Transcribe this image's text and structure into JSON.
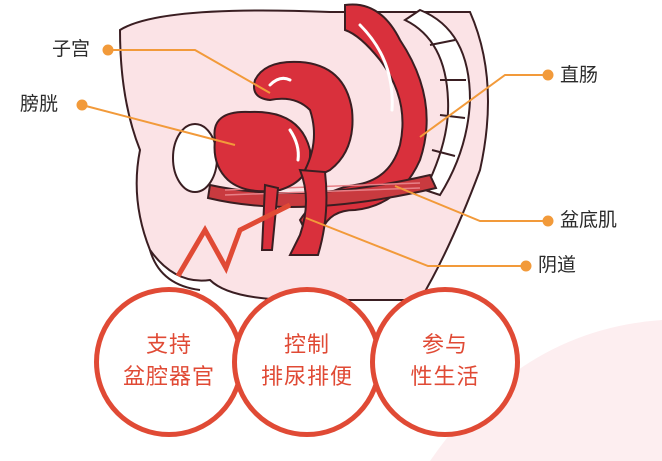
{
  "labels": {
    "uterus": "子宫",
    "bladder": "膀胱",
    "rectum": "直肠",
    "pelvic_floor": "盆底肌",
    "vagina": "阴道"
  },
  "functions": [
    {
      "line1": "支持",
      "line2": "盆腔器官"
    },
    {
      "line1": "控制",
      "line2": "排尿排便"
    },
    {
      "line1": "参与",
      "line2": "性生活"
    }
  ],
  "colors": {
    "accent": "#e04a35",
    "leader": "#f29a3a",
    "skin": "#fbe3e6",
    "organ": "#d9303c",
    "organ_dark": "#a8202c",
    "muscle": "#c93a3f"
  }
}
